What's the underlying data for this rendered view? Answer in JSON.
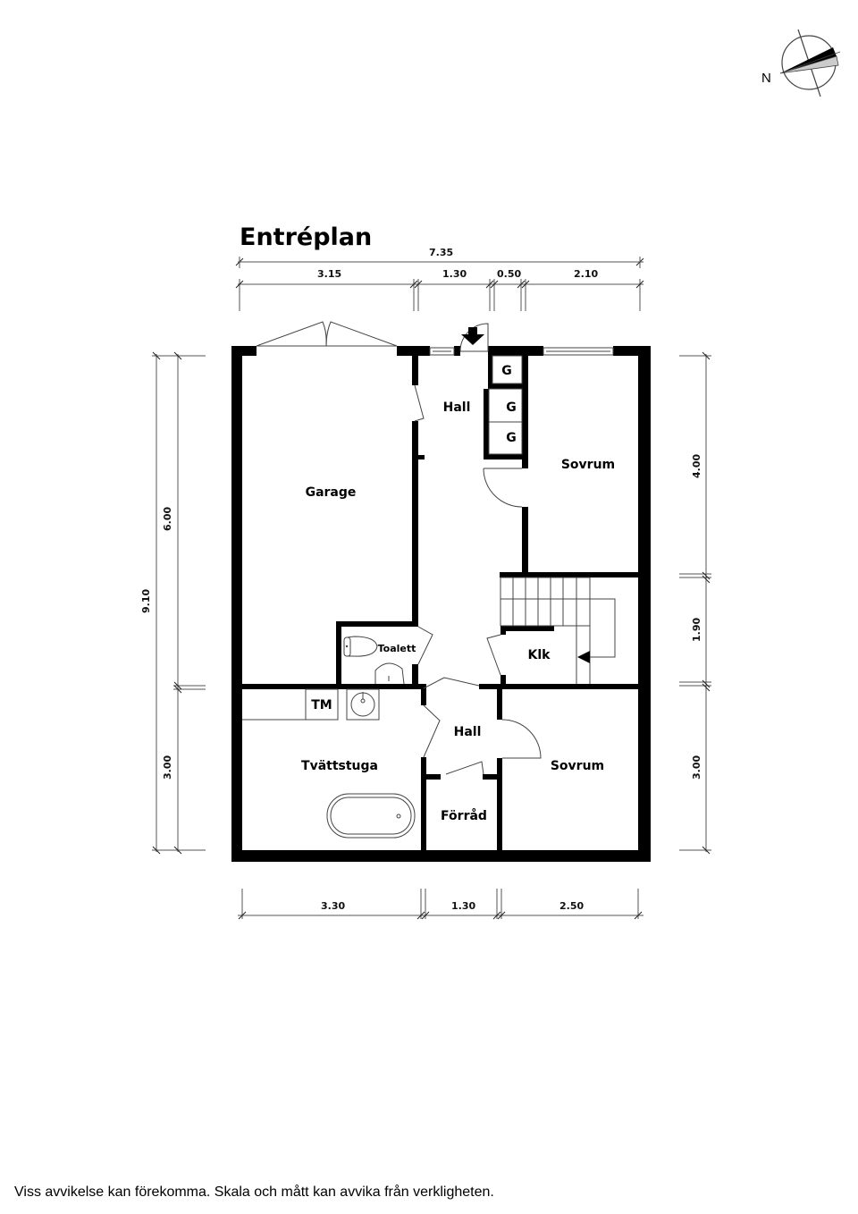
{
  "plan": {
    "title": "Entréplan",
    "compass_label": "N",
    "colors": {
      "wall": "#000000",
      "line": "#444444",
      "background": "#ffffff"
    }
  },
  "dimensions": {
    "top_total": "7.35",
    "top_segments": [
      "3.15",
      "1.30",
      "0.50",
      "2.10"
    ],
    "left_total": "9.10",
    "left_segments": [
      "6.00",
      "3.00"
    ],
    "right_segments": [
      "4.00",
      "1.90",
      "3.00"
    ],
    "bottom_segments": [
      "3.30",
      "1.30",
      "2.50"
    ]
  },
  "rooms": {
    "garage": "Garage",
    "hall_upper": "Hall",
    "hall_lower": "Hall",
    "sovrum_upper": "Sovrum",
    "sovrum_lower": "Sovrum",
    "toalett": "Toalett",
    "klk": "Klk",
    "tvattstuga": "Tvättstuga",
    "forrad": "Förråd",
    "tm": "TM",
    "wardrobes": [
      "G",
      "G",
      "G"
    ]
  },
  "footer": {
    "disclaimer": "Viss avvikelse kan förekomma. Skala och mått kan avvika från verkligheten."
  }
}
